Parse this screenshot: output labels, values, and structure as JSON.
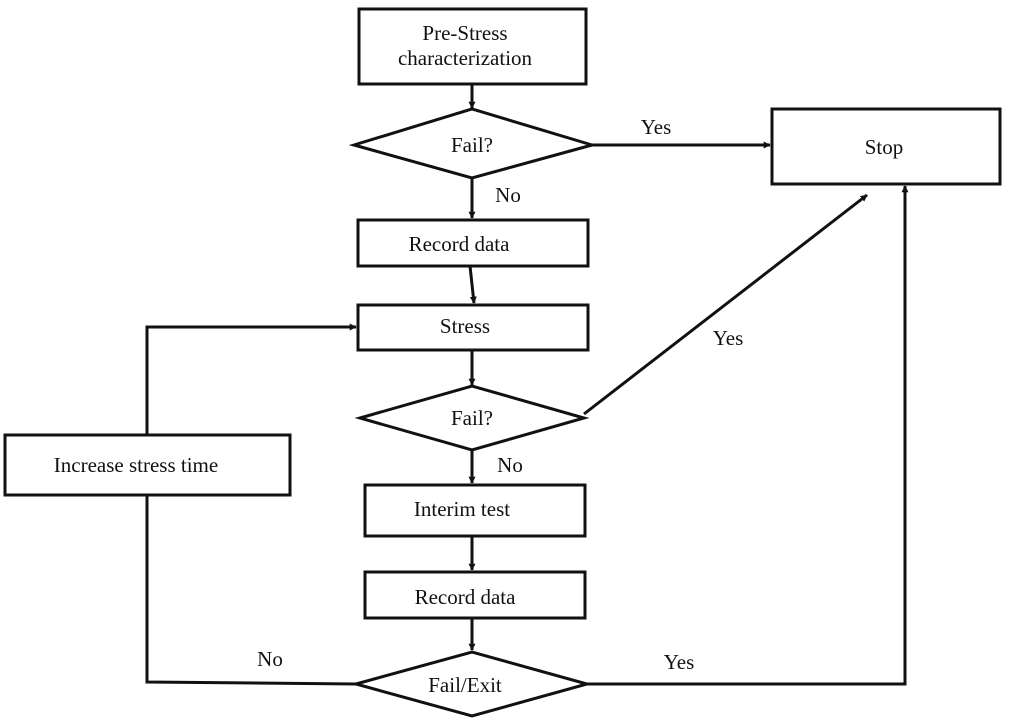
{
  "flowchart": {
    "nodes": {
      "pre_stress": {
        "shape": "rect",
        "lines": [
          "Pre-Stress",
          "characterization"
        ]
      },
      "fail1": {
        "shape": "diamond",
        "label": "Fail?"
      },
      "stop": {
        "shape": "rect",
        "label": "Stop"
      },
      "record1": {
        "shape": "rect",
        "label": "Record data"
      },
      "stress": {
        "shape": "rect",
        "label": "Stress"
      },
      "fail2": {
        "shape": "diamond",
        "label": "Fail?"
      },
      "increase": {
        "shape": "rect",
        "label": "Increase stress time"
      },
      "interim": {
        "shape": "rect",
        "label": "Interim test"
      },
      "record2": {
        "shape": "rect",
        "label": "Record data"
      },
      "fail_exit": {
        "shape": "diamond",
        "label": "Fail/Exit"
      }
    },
    "edges": [
      {
        "from": "pre_stress",
        "to": "fail1",
        "label": ""
      },
      {
        "from": "fail1",
        "to": "stop",
        "label": "Yes"
      },
      {
        "from": "fail1",
        "to": "record1",
        "label": "No"
      },
      {
        "from": "record1",
        "to": "stress",
        "label": ""
      },
      {
        "from": "stress",
        "to": "fail2",
        "label": ""
      },
      {
        "from": "fail2",
        "to": "stop",
        "label": "Yes"
      },
      {
        "from": "fail2",
        "to": "interim",
        "label": "No"
      },
      {
        "from": "interim",
        "to": "record2",
        "label": ""
      },
      {
        "from": "record2",
        "to": "fail_exit",
        "label": ""
      },
      {
        "from": "fail_exit",
        "to": "stop",
        "label": "Yes"
      },
      {
        "from": "fail_exit",
        "to": "increase",
        "label": "No"
      },
      {
        "from": "increase",
        "to": "stress",
        "label": ""
      }
    ],
    "colors": {
      "stroke": "#111111",
      "fill": "#ffffff",
      "text": "#111111"
    }
  }
}
